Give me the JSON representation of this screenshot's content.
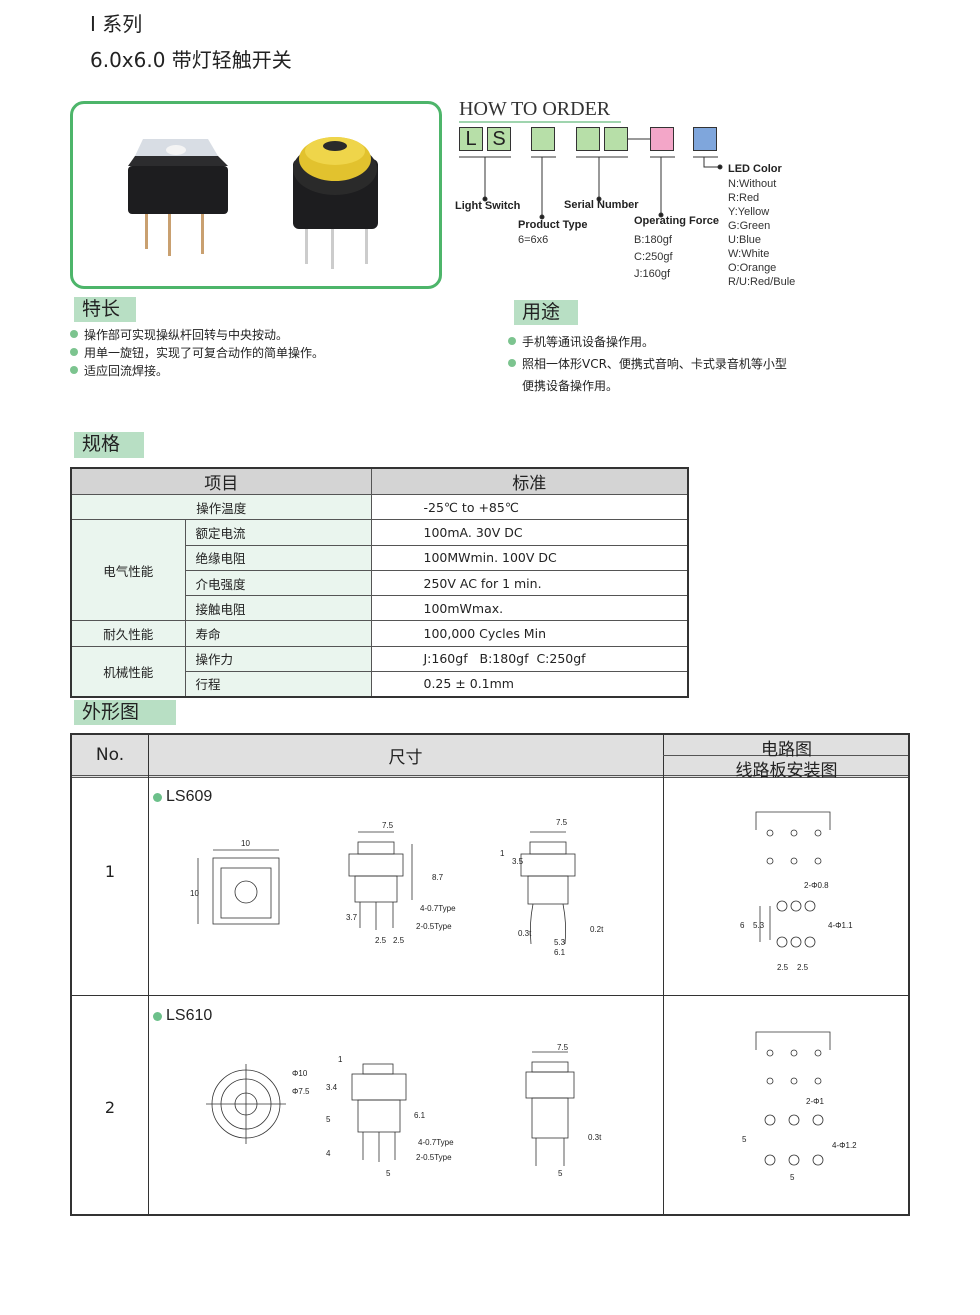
{
  "header": {
    "series": "I 系列",
    "title": "6.0x6.0  带灯轻触开关"
  },
  "how_to_order": {
    "title": "HOW  TO ORDER",
    "boxes": [
      "L",
      "S",
      "",
      "",
      "",
      "",
      ""
    ],
    "colors": {
      "green": "#b7dfa8",
      "pink": "#f3a6c8",
      "blue": "#7fa6dc"
    },
    "light_switch": "Light Switch",
    "product_type": {
      "label": "Product Type",
      "values": [
        "6=6x6"
      ]
    },
    "serial_number": "Serial Number",
    "operating_force": {
      "label": "Operating Force",
      "values": [
        "B:180gf",
        "C:250gf",
        "J:160gf"
      ]
    },
    "led_color": {
      "label": "LED Color",
      "values": [
        "N:Without",
        "R:Red",
        "Y:Yellow",
        "G:Green",
        "U:Blue",
        "W:White",
        "O:Orange",
        "R/U:Red/Bule"
      ]
    }
  },
  "features": {
    "title": "特长",
    "items": [
      "操作部可实现操纵杆回转与中央按动。",
      "用单一旋钮，实现了可复合动作的简单操作。",
      "适应回流焊接。"
    ]
  },
  "uses": {
    "title": "用途",
    "items": [
      "手机等通讯设备操作用。",
      "照相一体形VCR、便携式音响、卡式录音机等小型",
      "便携设备操作用。"
    ]
  },
  "spec": {
    "title": "规格",
    "headers": [
      "项目",
      "标准"
    ],
    "op_temp": {
      "label": "操作温度",
      "value": "-25℃ to +85℃"
    },
    "electrical": {
      "label": "电气性能",
      "rows": [
        [
          "额定电流",
          "100mA. 30V DC"
        ],
        [
          "绝缘电阻",
          "100MWmin. 100V DC"
        ],
        [
          "介电强度",
          "250V AC for 1 min."
        ],
        [
          "接触电阻",
          "100mWmax."
        ]
      ]
    },
    "durability": {
      "label": "耐久性能",
      "rows": [
        [
          "寿命",
          "100,000 Cycles Min"
        ]
      ]
    },
    "mechanical": {
      "label": "机械性能",
      "rows": [
        [
          "操作力",
          "J:160gf   B:180gf  C:250gf"
        ],
        [
          "行程",
          "0.25 ± 0.1mm"
        ]
      ]
    }
  },
  "outline": {
    "title": "外形图",
    "headers": {
      "no": "No.",
      "size": "尺寸",
      "circuit": "电路图",
      "pcb": "线路板安装图"
    },
    "rows": [
      {
        "no": "1",
        "model": "LS609",
        "dims": {
          "top_w": "10",
          "top_h": "10",
          "w1": "7.5",
          "h87": "8.7",
          "h37": "3.7",
          "pin1": "4-0.7Type",
          "pin2": "2-0.5Type",
          "p1": "2.5",
          "p2": "2.5",
          "w2": "7.5",
          "d1": "1",
          "d35": "3.5",
          "t3": "0.3t",
          "t2": "0.2t",
          "s53": "5.3",
          "s61": "6.1"
        },
        "pcb": {
          "h1": "2-Φ0.8",
          "h2": "4-Φ1.1",
          "v6": "6",
          "v53": "5.3",
          "p1": "2.5",
          "p2": "2.5"
        }
      },
      {
        "no": "2",
        "model": "LS610",
        "dims": {
          "d10": "Φ10",
          "d75": "Φ7.5",
          "d1": "1",
          "d34": "3.4",
          "d5": "5",
          "d4": "4",
          "s61": "6.1",
          "pin1": "4-0.7Type",
          "pin2": "2-0.5Type",
          "w5": "5",
          "w2": "7.5",
          "t3": "0.3t",
          "w5b": "5"
        },
        "pcb": {
          "h1": "2-Φ1",
          "h2": "4-Φ1.2",
          "v5": "5",
          "p": "5"
        }
      }
    ]
  }
}
